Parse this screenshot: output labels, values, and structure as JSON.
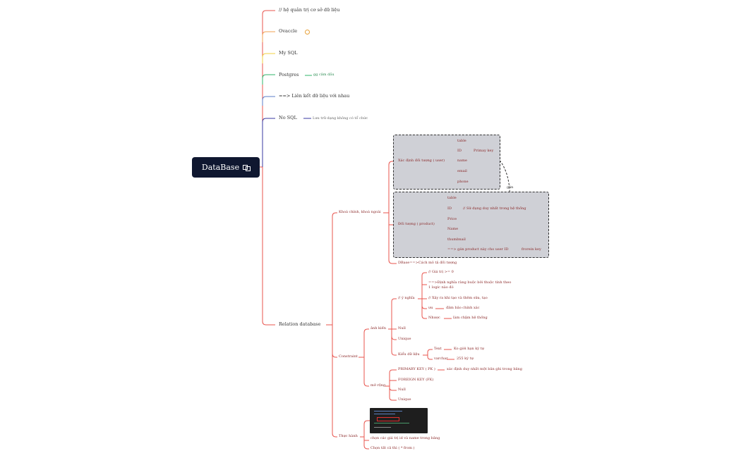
{
  "root": {
    "label": "DataBase"
  },
  "colors": {
    "red": "#e8544e",
    "orange": "#f0a050",
    "yellow": "#f0d040",
    "green": "#2fb56a",
    "blue": "#5b7ec9",
    "navy": "#3a3aa0"
  },
  "top_branches": [
    {
      "label": "//  hệ quản trị cơ sở dữ liệu"
    },
    {
      "label": "Ovaccle",
      "note": ""
    },
    {
      "label": "My SQL"
    },
    {
      "label": "Postgres",
      "note": "gg cảm dầu"
    },
    {
      "label": "==> Liên kết dữ liệu với nhau"
    },
    {
      "label": "No SQL",
      "note": "Lưu trữ dạng không có tổ chức"
    }
  ],
  "relation": {
    "label": "Relation  database",
    "khoa": {
      "label": "Khoá chính, khoá ngoài",
      "user": {
        "label": "Xác định đối tượng ( user)",
        "fields": [
          "table",
          "ID",
          "name",
          "email",
          "phone"
        ],
        "pk_note": "Primay key"
      },
      "product": {
        "label": "Đối tượng ( product)",
        "fields": [
          "table",
          "ID",
          "Price",
          "Name",
          "thumbnail",
          "==> gán product này cho user ID"
        ],
        "id_note": "// Sử dụng duy nhất trong hệ thống",
        "fk_note": "frorein key"
      },
      "link_label": "gán",
      "dbase_note": "DBase==>Cách mô tả đối tượng"
    },
    "constraint": {
      "label": "Constraint",
      "anh_kien": {
        "label": "ảnh kiến",
        "y_nghia": {
          "label": "// ý  nghĩa",
          "items": [
            "// Giá trị >= 0",
            "==>Định nghĩa ràng buộc bởi thuộc tính theo",
            "1 logic nào đó",
            "// Xảy ra khi tạo và thêm sửa, tạo",
            "ưu",
            "Nhược"
          ],
          "uu_note": "đảm bảo chính xác",
          "nhuoc_note": "làm chậm hệ thống"
        },
        "null": "Null",
        "unique": "Unique",
        "kieu": {
          "label": "Kiểu dữ liệu",
          "text": "Text",
          "text_note": "Ko giới hạn ký tự",
          "varchar": "varchar",
          "varchar_note": "255 ký tự"
        }
      },
      "mo_rong": {
        "label": "mở rộng",
        "items": [
          "PRIMARY KEY ( PK )",
          "FOREIGN KEY (FK)",
          "Null",
          "Unique"
        ],
        "pk_note": "xác định duy nhất một bản ghi trong bảng"
      }
    },
    "thuc_hanh": {
      "label": "Thực hành",
      "items": [
        "chọn các giá trị id và name trong bảng",
        "Chọn tất cả thì ( * from )"
      ]
    }
  }
}
